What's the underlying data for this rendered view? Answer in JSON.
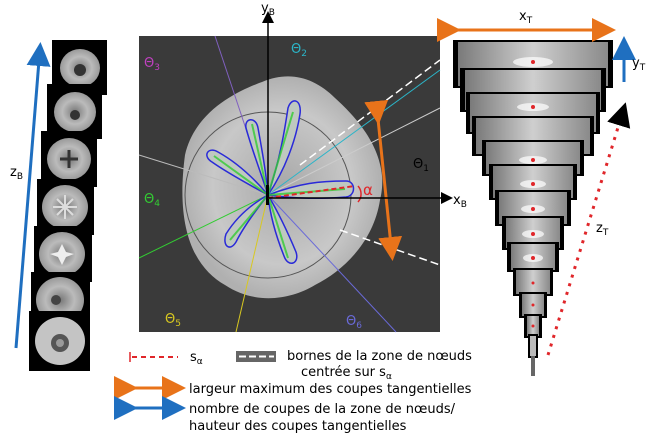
{
  "axis_labels": {
    "zB": "z",
    "zB_sub": "B",
    "yB": "y",
    "yB_sub": "B",
    "xB": "x",
    "xB_sub": "B",
    "xT": "x",
    "xT_sub": "T",
    "yT": "y",
    "yT_sub": "T",
    "zT": "z",
    "zT_sub": "T"
  },
  "angle_labels": {
    "theta1": "Θ",
    "theta1_sub": "1",
    "theta2": "Θ",
    "theta2_sub": "2",
    "theta3": "Θ",
    "theta3_sub": "3",
    "theta4": "Θ",
    "theta4_sub": "4",
    "theta5": "Θ",
    "theta5_sub": "5",
    "theta6": "Θ",
    "theta6_sub": "6",
    "alpha": "α"
  },
  "legend": {
    "s_alpha": "s",
    "s_alpha_sub": "α",
    "bounds_line1": "bornes de la zone de nœuds",
    "bounds_line2": "centrée sur s",
    "bounds_line2_sub": "α",
    "orange_text": "largeur maximum des coupes tangentielles",
    "blue_text_line1": "nombre de coupes de la zone de nœuds/",
    "blue_text_line2": "hauteur des coupes tangentielles"
  },
  "colors": {
    "orange": "#e8731a",
    "blue": "#1f6fc0",
    "red_dashed": "#e0262a",
    "theta1": "#000000",
    "theta2": "#2bb5c8",
    "theta3": "#c040c0",
    "theta4": "#33cc33",
    "theta5": "#d8c820",
    "theta6": "#6a6ad8"
  },
  "icons": [
    "arrow-orange-double",
    "arrow-blue-double",
    "red-dashed-line",
    "white-dashed-bounds"
  ]
}
